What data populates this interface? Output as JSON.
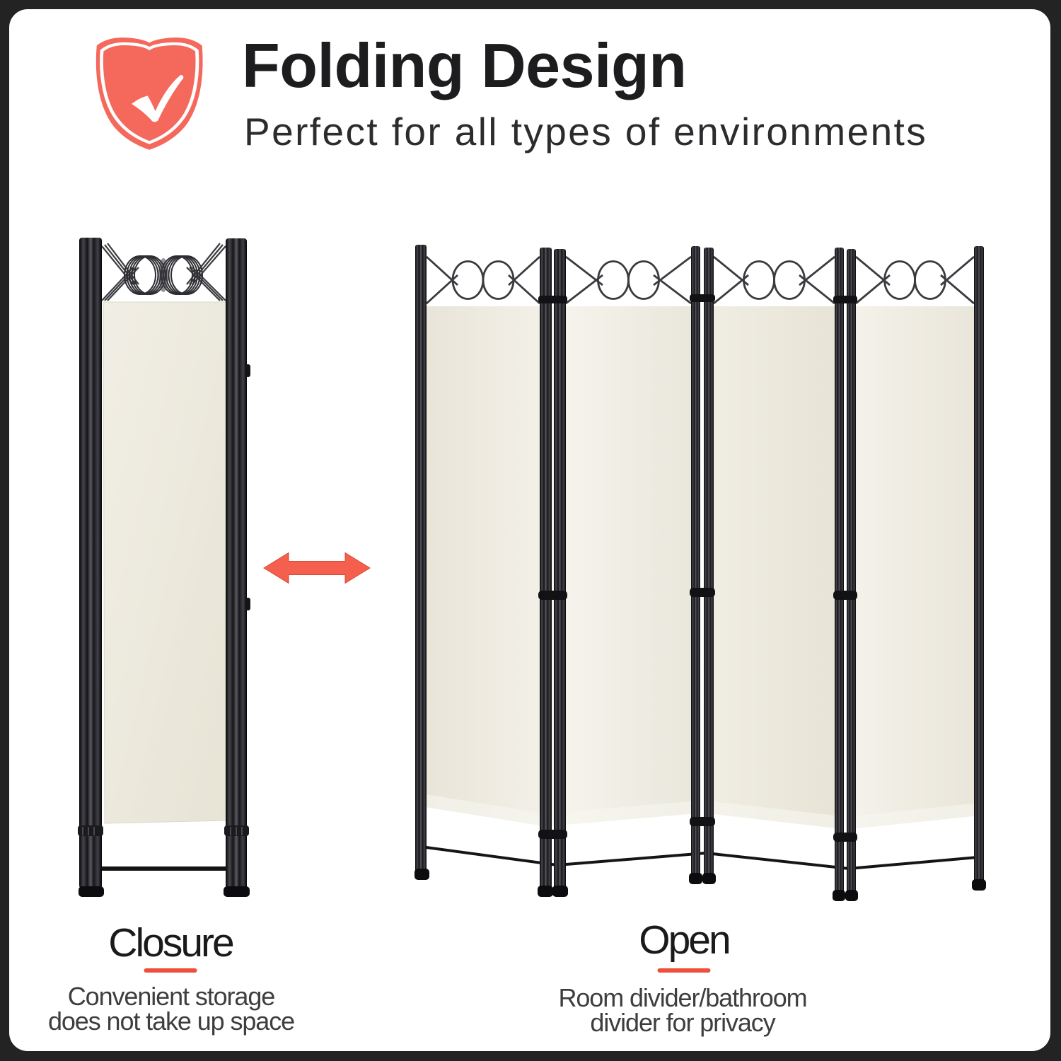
{
  "scene": {
    "background": "#232323",
    "card_background": "#ffffff"
  },
  "colors": {
    "frame_bg": "#232323",
    "card_bg": "#ffffff",
    "accent": "#f4695c",
    "arrow": "#f4604d",
    "underline_color": "#ee4f3b",
    "title_color": "#1d1d1f",
    "subtitle_color": "#2c2c2e",
    "label_color": "#1a1a1a",
    "caption_color": "#3e3e3e",
    "fabric": "#edeade",
    "frame_metal": "#1b1b1e"
  },
  "header": {
    "icon": "shield-check",
    "title": "Folding Design",
    "subtitle": "Perfect for all types of environments"
  },
  "closed_figure": {
    "illustration": "room-divider-folded",
    "label": "Closure",
    "caption_line1": "Convenient storage",
    "caption_line2": "does not take up space"
  },
  "open_figure": {
    "illustration": "room-divider-open-4-panels",
    "label": "Open",
    "caption_line1": "Room divider/bathroom",
    "caption_line2": "divider for privacy"
  },
  "arrow": {
    "icon": "double-headed-horizontal-arrow"
  }
}
